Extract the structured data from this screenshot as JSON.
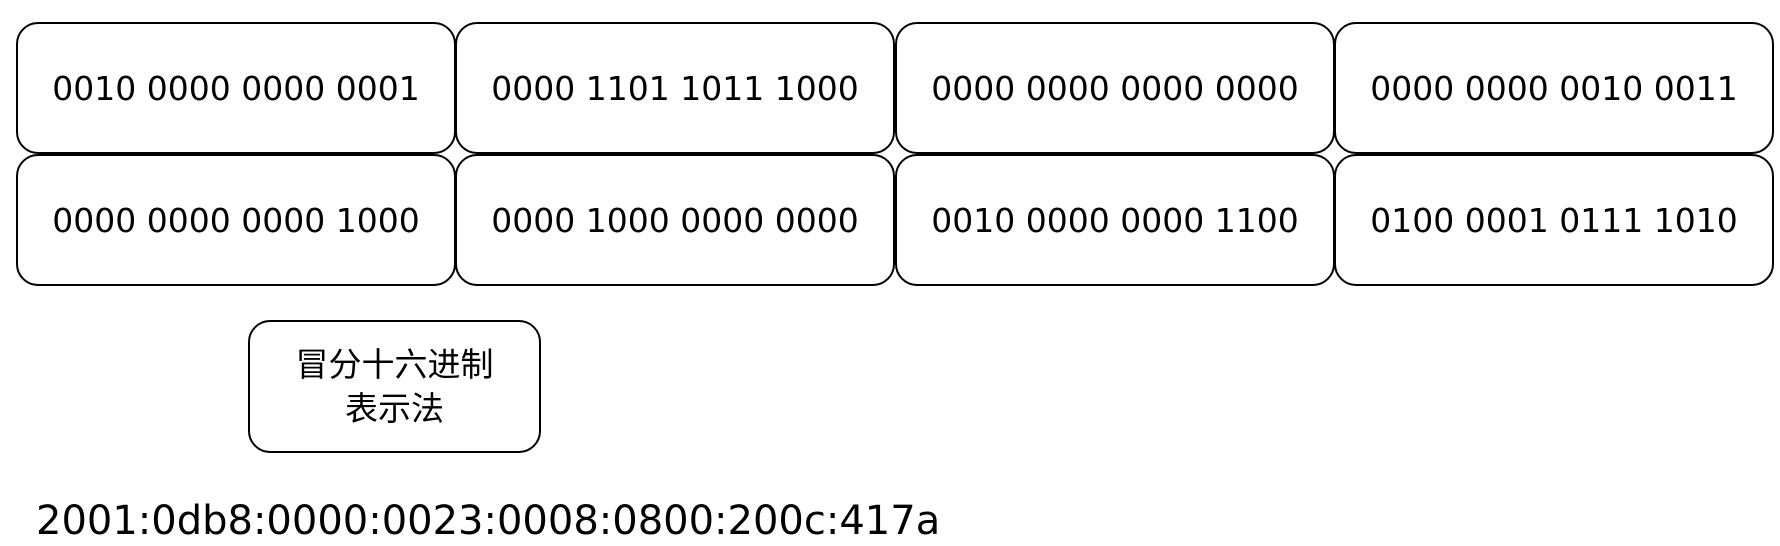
{
  "binary_blocks": [
    "0010 0000 0000 0001",
    "0000 1101 1011 1000",
    "0000 0000 0000 0000",
    "0000 0000 0010 0011",
    "0000 0000 0000 1000",
    "0000 1000 0000 0000",
    "0010 0000 0000 1100",
    "0100 0001 0111 1010"
  ],
  "label": {
    "line1": "冒分十六进制",
    "line2": "表示法"
  },
  "hex_address": "2001:0db8:0000:0023:0008:0800:200c:417a"
}
